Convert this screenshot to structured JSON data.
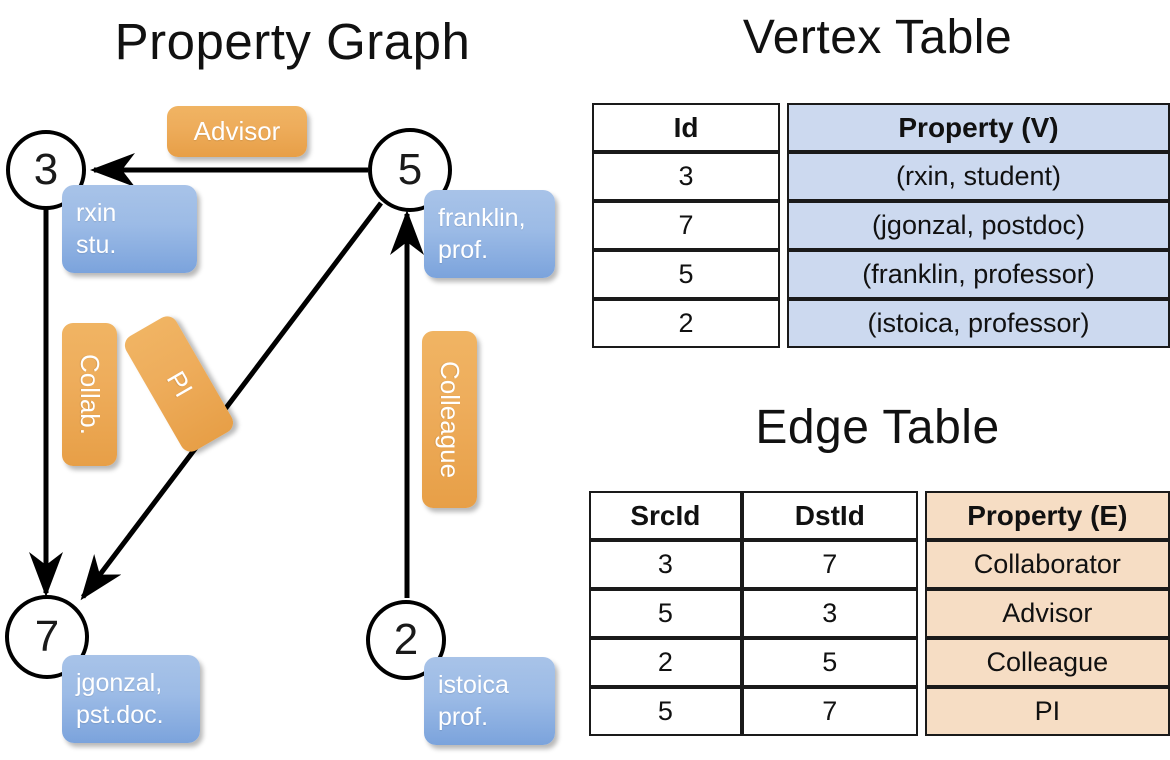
{
  "titles": {
    "property_graph": "Property Graph",
    "vertex_table": "Vertex Table",
    "edge_table": "Edge Table"
  },
  "colors": {
    "vertex_box": "#9cbbe6",
    "edge_label": "#eead5c",
    "vertex_cell": "#ccd9ef",
    "edge_cell": "#f6ddc4",
    "stroke": "#000000"
  },
  "graph": {
    "nodes": [
      {
        "id": "3",
        "property_lines": [
          "rxin",
          "stu."
        ]
      },
      {
        "id": "5",
        "property_lines": [
          "franklin,",
          "prof."
        ]
      },
      {
        "id": "7",
        "property_lines": [
          "jgonzal,",
          "pst.doc."
        ]
      },
      {
        "id": "2",
        "property_lines": [
          "istoica",
          "prof."
        ]
      }
    ],
    "edge_labels": [
      {
        "name": "advisor",
        "text": "Advisor",
        "orientation": "horizontal"
      },
      {
        "name": "collab",
        "text": "Collab.",
        "orientation": "vertical"
      },
      {
        "name": "pi",
        "text": "PI",
        "orientation": "diagonal"
      },
      {
        "name": "colleague",
        "text": "Colleague",
        "orientation": "vertical"
      }
    ],
    "edges": [
      {
        "src": "5",
        "dst": "3",
        "label": "Advisor"
      },
      {
        "src": "3",
        "dst": "7",
        "label": "Collab."
      },
      {
        "src": "5",
        "dst": "7",
        "label": "PI"
      },
      {
        "src": "2",
        "dst": "5",
        "label": "Colleague"
      }
    ]
  },
  "vertex_table": {
    "headers": [
      "Id",
      "Property (V)"
    ],
    "rows": [
      {
        "id": "3",
        "property": "(rxin, student)"
      },
      {
        "id": "7",
        "property": "(jgonzal, postdoc)"
      },
      {
        "id": "5",
        "property": "(franklin, professor)"
      },
      {
        "id": "2",
        "property": "(istoica, professor)"
      }
    ]
  },
  "edge_table": {
    "headers": [
      "SrcId",
      "DstId",
      "Property (E)"
    ],
    "rows": [
      {
        "src": "3",
        "dst": "7",
        "property": "Collaborator"
      },
      {
        "src": "5",
        "dst": "3",
        "property": "Advisor"
      },
      {
        "src": "2",
        "dst": "5",
        "property": "Colleague"
      },
      {
        "src": "5",
        "dst": "7",
        "property": "PI"
      }
    ]
  }
}
